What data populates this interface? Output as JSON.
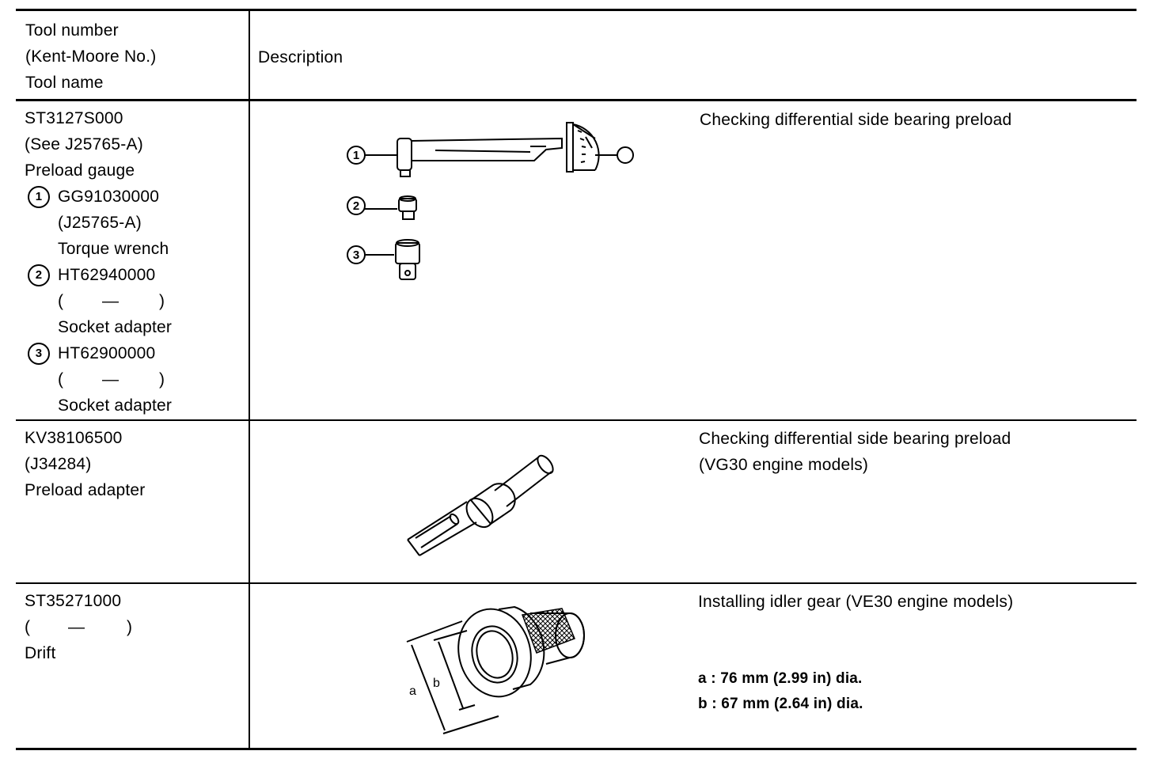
{
  "header": {
    "col1_lines": [
      "Tool number",
      "(Kent-Moore No.)",
      "Tool name"
    ],
    "col2": "Description"
  },
  "rows": [
    {
      "tool_lines": [
        "ST3127S000",
        "(See J25765-A)",
        "Preload gauge"
      ],
      "parts": [
        {
          "marker": "1",
          "number": "GG91030000",
          "kent": "(J25765-A)",
          "name": "Torque wrench"
        },
        {
          "marker": "2",
          "number": "HT62940000",
          "kent_open": "(",
          "kent_dash": "—",
          "kent_close": ")",
          "name": "Socket adapter"
        },
        {
          "marker": "3",
          "number": "HT62900000",
          "kent_open": "(",
          "kent_dash": "—",
          "kent_close": ")",
          "name": "Socket adapter"
        }
      ],
      "description": [
        "Checking differential side bearing preload"
      ]
    },
    {
      "tool_lines": [
        "KV38106500",
        "(J34284)",
        "Preload adapter"
      ],
      "description": [
        "Checking differential side bearing preload",
        "(VG30 engine models)"
      ]
    },
    {
      "tool_lines": [
        "ST35271000",
        "",
        "Drift"
      ],
      "kent_open": "(",
      "kent_dash": "—",
      "kent_close": ")",
      "description": [
        "Installing idler gear (VE30 engine models)"
      ],
      "specs": [
        "a : 76 mm (2.99 in) dia.",
        "b : 67 mm (2.64 in) dia."
      ],
      "dim_labels": [
        "a",
        "b"
      ]
    }
  ]
}
